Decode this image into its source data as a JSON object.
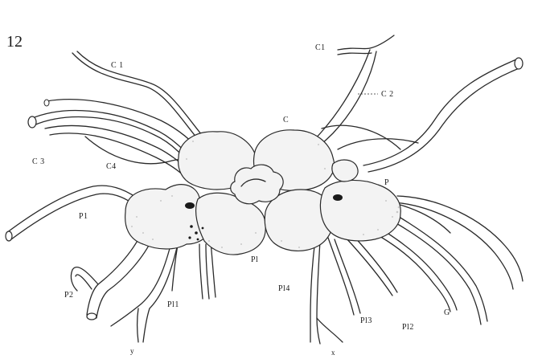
{
  "figure": {
    "number": "12",
    "labels": {
      "c1_left": "C 1",
      "c1_right": "C1",
      "c2": "C 2",
      "c3": "C 3",
      "c4": "C4",
      "c": "C",
      "p": "P",
      "p1": "P1",
      "p2": "P2",
      "pl": "Pl",
      "pl1": "Pl1",
      "pl2": "Pl2",
      "pl3": "Pl3",
      "pl4": "Pl4",
      "g": "G",
      "x": "x",
      "y": "y"
    }
  }
}
